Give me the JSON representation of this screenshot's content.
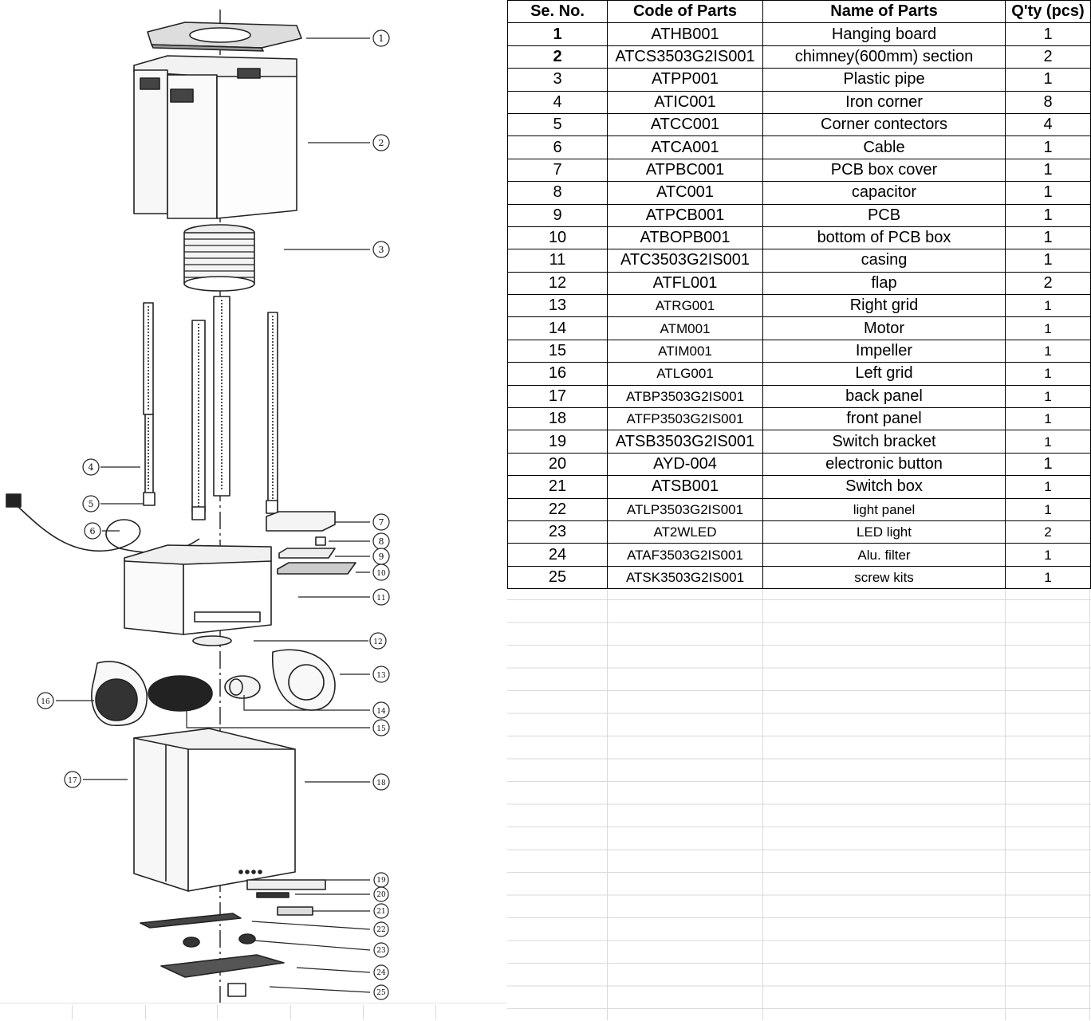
{
  "diagram": {
    "callouts": [
      "1",
      "2",
      "3",
      "4",
      "5",
      "6",
      "7",
      "8",
      "9",
      "10",
      "11",
      "12",
      "13",
      "14",
      "15",
      "16",
      "17",
      "18",
      "19",
      "20",
      "21",
      "22",
      "23",
      "24",
      "25"
    ]
  },
  "table": {
    "headers": [
      "Se. No.",
      "Code of Parts",
      "Name of Parts",
      "Q'ty (pcs)"
    ],
    "rows": [
      {
        "no": "1",
        "code": "ATHB001",
        "name": "Hanging board",
        "qty": "1"
      },
      {
        "no": "2",
        "code": "ATCS3503G2IS001",
        "name": "chimney(600mm) section",
        "qty": "2"
      },
      {
        "no": "3",
        "code": "ATPP001",
        "name": "Plastic pipe",
        "qty": "1"
      },
      {
        "no": "4",
        "code": "ATIC001",
        "name": "Iron corner",
        "qty": "8"
      },
      {
        "no": "5",
        "code": "ATCC001",
        "name": "Corner contectors",
        "qty": "4"
      },
      {
        "no": "6",
        "code": "ATCA001",
        "name": "Cable",
        "qty": "1"
      },
      {
        "no": "7",
        "code": "ATPBC001",
        "name": "PCB box cover",
        "qty": "1"
      },
      {
        "no": "8",
        "code": "ATC001",
        "name": "capacitor",
        "qty": "1"
      },
      {
        "no": "9",
        "code": "ATPCB001",
        "name": "PCB",
        "qty": "1"
      },
      {
        "no": "10",
        "code": "ATBOPB001",
        "name": "bottom of PCB box",
        "qty": "1"
      },
      {
        "no": "11",
        "code": "ATC3503G2IS001",
        "name": "casing",
        "qty": "1"
      },
      {
        "no": "12",
        "code": "ATFL001",
        "name": "flap",
        "qty": "2"
      },
      {
        "no": "13",
        "code": "ATRG001",
        "name": "Right grid",
        "qty": "1"
      },
      {
        "no": "14",
        "code": "ATM001",
        "name": "Motor",
        "qty": "1"
      },
      {
        "no": "15",
        "code": "ATIM001",
        "name": "Impeller",
        "qty": "1"
      },
      {
        "no": "16",
        "code": "ATLG001",
        "name": "Left grid",
        "qty": "1"
      },
      {
        "no": "17",
        "code": "ATBP3503G2IS001",
        "name": "back panel",
        "qty": "1"
      },
      {
        "no": "18",
        "code": "ATFP3503G2IS001",
        "name": "front panel",
        "qty": "1"
      },
      {
        "no": "19",
        "code": "ATSB3503G2IS001",
        "name": "Switch bracket",
        "qty": "1"
      },
      {
        "no": "20",
        "code": "AYD-004",
        "name": "electronic button",
        "qty": "1"
      },
      {
        "no": "21",
        "code": "ATSB001",
        "name": "Switch box",
        "qty": "1"
      },
      {
        "no": "22",
        "code": "ATLP3503G2IS001",
        "name": "light panel",
        "qty": "1"
      },
      {
        "no": "23",
        "code": "AT2WLED",
        "name": "LED light",
        "qty": "2"
      },
      {
        "no": "24",
        "code": "ATAF3503G2IS001",
        "name": "Alu. filter",
        "qty": "1"
      },
      {
        "no": "25",
        "code": "ATSK3503G2IS001",
        "name": "screw kits",
        "qty": "1"
      }
    ]
  }
}
